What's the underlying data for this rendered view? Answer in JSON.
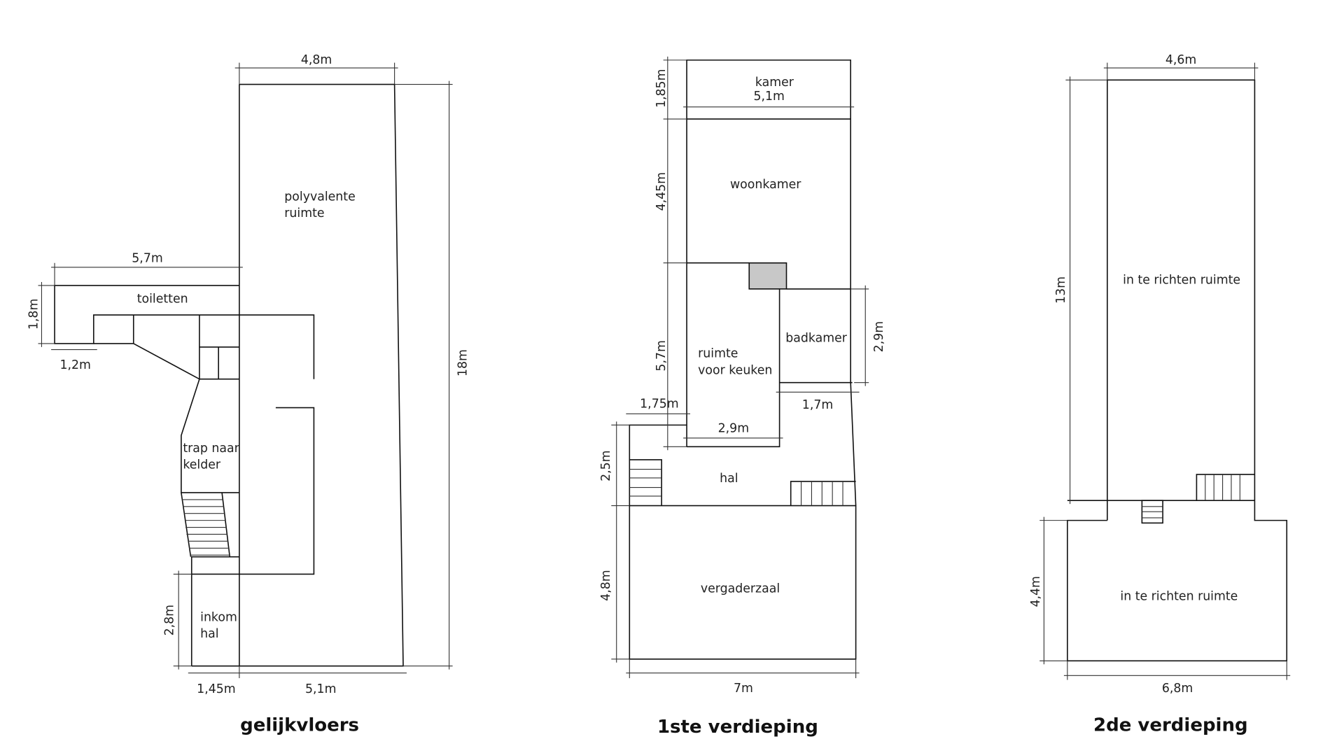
{
  "floors": {
    "ground": {
      "title": "gelijkvloers",
      "rooms": {
        "polyvalent_1": "polyvalente",
        "polyvalent_2": "ruimte",
        "toilets": "toiletten",
        "stairs_1": "trap naar",
        "stairs_2": "kelder",
        "entrance_1": "inkom",
        "entrance_2": "hal"
      },
      "dims": {
        "top": "4,8m",
        "right": "18m",
        "toilet_width": "5,7m",
        "toilet_height": "1,8m",
        "toilet_small": "1,2m",
        "entrance_height": "2,8m",
        "entrance_width": "1,45m",
        "bottom": "5,1m"
      }
    },
    "first": {
      "title": "1ste verdieping",
      "rooms": {
        "room": "kamer",
        "living": "woonkamer",
        "kitchen_1": "ruimte",
        "kitchen_2": "voor keuken",
        "bathroom": "badkamer",
        "hall": "hal",
        "meeting": "vergaderzaal"
      },
      "dims": {
        "room_width": "5,1m",
        "room_height": "1,85m",
        "living_height": "4,45m",
        "kitchen_height": "5,7m",
        "bath_height": "2,9m",
        "bath_width": "1,7m",
        "kitchen_width": "2,9m",
        "hall_offset": "1,75m",
        "hall_height": "2,5m",
        "meeting_height": "4,8m",
        "bottom": "7m"
      }
    },
    "second": {
      "title": "2de verdieping",
      "rooms": {
        "upper": "in te richten ruimte",
        "lower": "in te richten ruimte"
      },
      "dims": {
        "top": "4,6m",
        "left": "13m",
        "lower_height": "4,4m",
        "bottom": "6,8m"
      }
    }
  }
}
